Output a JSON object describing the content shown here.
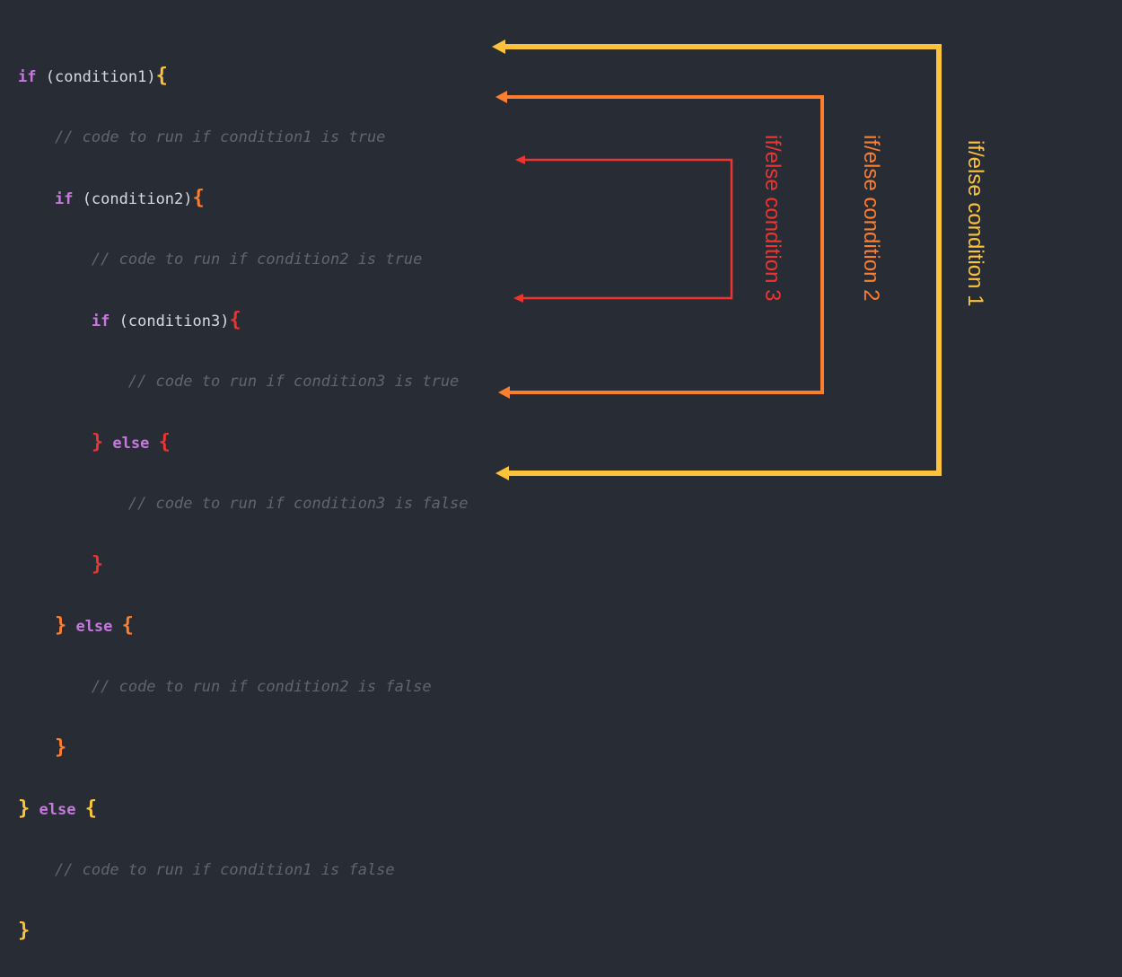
{
  "code": {
    "kw_if": "if",
    "kw_else": "else",
    "cond1": "(condition1)",
    "cond2": "(condition2)",
    "cond3": "(condition3)",
    "open_brace": "{",
    "close_brace": "}",
    "c1_true": "// code to run if condition1 is true",
    "c2_true": "// code to run if condition2 is true",
    "c3_true": "// code to run if condition3 is true",
    "c3_false": "// code to run if condition3 is false",
    "c2_false": "// code to run if condition2 is false",
    "c1_false": "// code to run if condition1 is false"
  },
  "labels": {
    "condition1": "if/else condition 1",
    "condition2": "if/else condition 2",
    "condition3": "if/else condition 3"
  },
  "colors": {
    "background": "#282c34",
    "level1": "#fcc33a",
    "level2": "#fd7e2f",
    "level3": "#ee3430",
    "keyword": "#c678dd",
    "comment": "#5f6670",
    "text": "#d7dae0"
  }
}
